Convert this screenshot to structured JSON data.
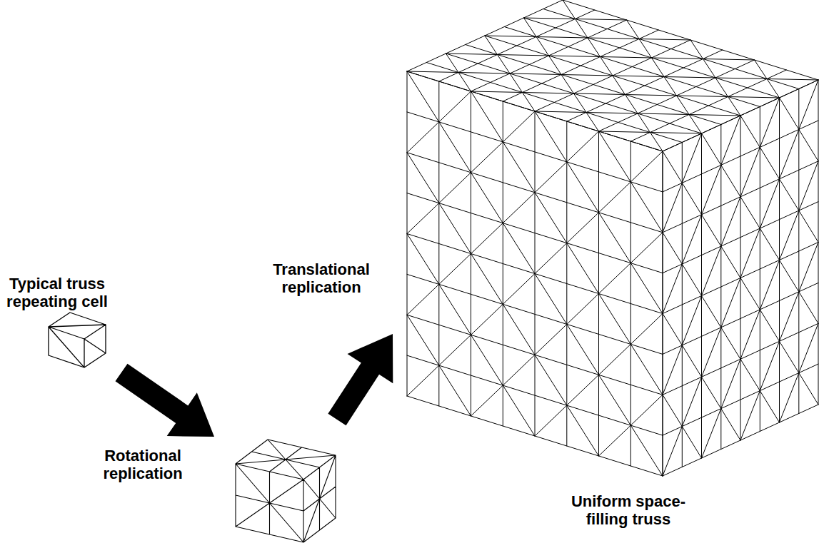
{
  "diagram": {
    "labels": [
      "Typical truss repeating cell",
      "Rotational replication",
      "Translational replication",
      "Uniform space-filling truss"
    ]
  }
}
